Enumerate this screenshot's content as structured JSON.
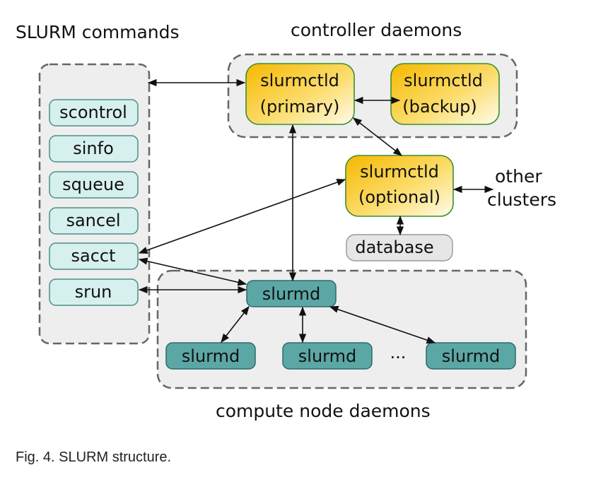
{
  "sections": {
    "commands": "SLURM commands",
    "controllers": "controller daemons",
    "compute": "compute node daemons"
  },
  "commands": [
    "scontrol",
    "sinfo",
    "squeue",
    "sancel",
    "sacct",
    "srun"
  ],
  "controllers": {
    "primary": [
      "slurmctld",
      "(primary)"
    ],
    "backup": [
      "slurmctld",
      "(backup)"
    ],
    "optional": [
      "slurmctld",
      "(optional)"
    ]
  },
  "database": "database",
  "other_clusters": [
    "other",
    "clusters"
  ],
  "compute_nodes": {
    "head": "slurmd",
    "nodes": [
      "slurmd",
      "slurmd",
      "slurmd"
    ],
    "ellipsis": "..."
  },
  "caption": "Fig. 4. SLURM structure.",
  "colors": {
    "group_fill": "#eeeeee",
    "group_stroke": "#666666",
    "command_fill": "#d6f0ee",
    "command_stroke": "#4a8f8a",
    "controller_gradient": [
      "#f6b800",
      "#fffbe8"
    ],
    "controller_stroke": "#3d8f2e",
    "slurmd_fill": "#5ba7a5",
    "slurmd_stroke": "#2d6b69",
    "database_fill": "#e6e6e6"
  }
}
